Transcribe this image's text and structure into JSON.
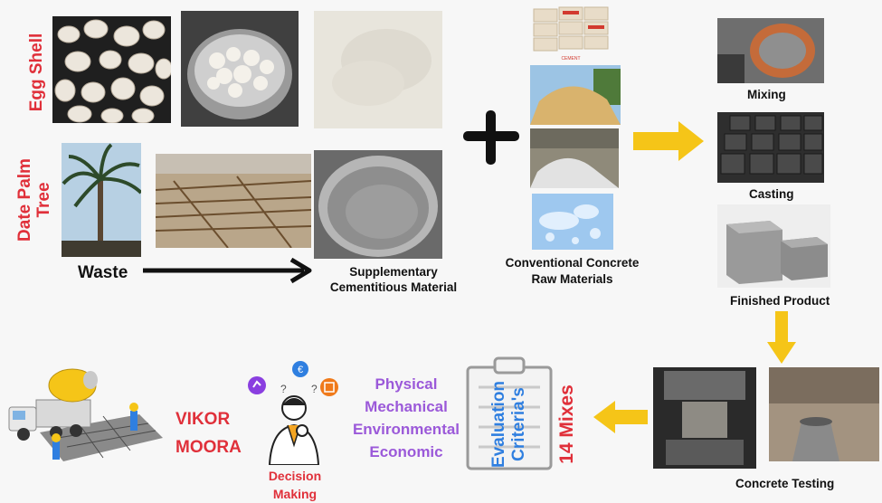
{
  "sources": {
    "egg_shell_label": "Egg Shell",
    "date_palm_label_line1": "Date Palm",
    "date_palm_label_line2": "Tree",
    "waste_label": "Waste"
  },
  "scm": {
    "line1": "Supplementary",
    "line2": "Cementitious Material"
  },
  "raw_materials": {
    "line1": "Conventional Concrete",
    "line2": "Raw Materials"
  },
  "steps": {
    "mixing": "Mixing",
    "casting": "Casting",
    "finished": "Finished Product",
    "testing": "Concrete Testing"
  },
  "mixes_label": "14 Mixes",
  "evaluation": {
    "line1": "Evaluation",
    "line2": "Criteria's"
  },
  "criteria": [
    "Physical",
    "Mechanical",
    "Environmental",
    "Economic"
  ],
  "methods": [
    "VIKOR",
    "MOORA"
  ],
  "decision": {
    "line1": "Decision",
    "line2": "Making"
  },
  "cement_bag_text": "CEMENT",
  "icon_letter": "€",
  "colors": {
    "red": "#e0303a",
    "purple": "#9b59d9",
    "arrow_yellow": "#f5c518",
    "black": "#111111"
  }
}
